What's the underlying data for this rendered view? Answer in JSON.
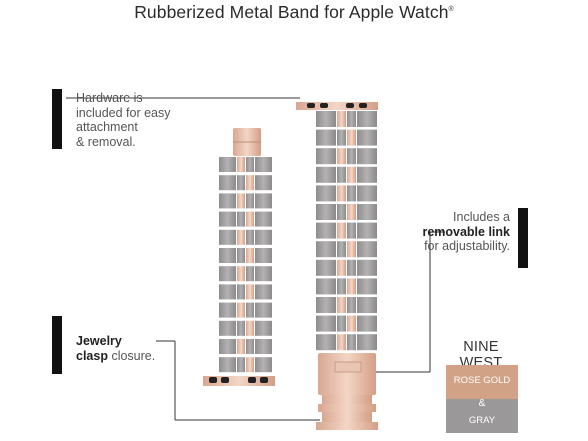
{
  "title": {
    "text": "Rubberized Metal Band for Apple Watch",
    "mark": "®"
  },
  "callouts": {
    "hardware": {
      "line1": "Hardware is",
      "line2": "included for easy",
      "line3": "attachment",
      "line4": "& removal."
    },
    "link": {
      "line1": "Includes a",
      "line2": "removable link",
      "line3": "for adjustability."
    },
    "clasp": {
      "line1": "Jewelry",
      "line2a": "clasp",
      "line2b": " closure."
    }
  },
  "brand": {
    "name": "NINE WEST",
    "color_top": "ROSE GOLD",
    "amp": "&",
    "color_bottom": "GRAY"
  },
  "colors": {
    "rose_gold": "#e6b9a3",
    "gray": "#a8a6a6",
    "swatch_rose": "#d1a286",
    "swatch_gray": "#9a9898"
  }
}
